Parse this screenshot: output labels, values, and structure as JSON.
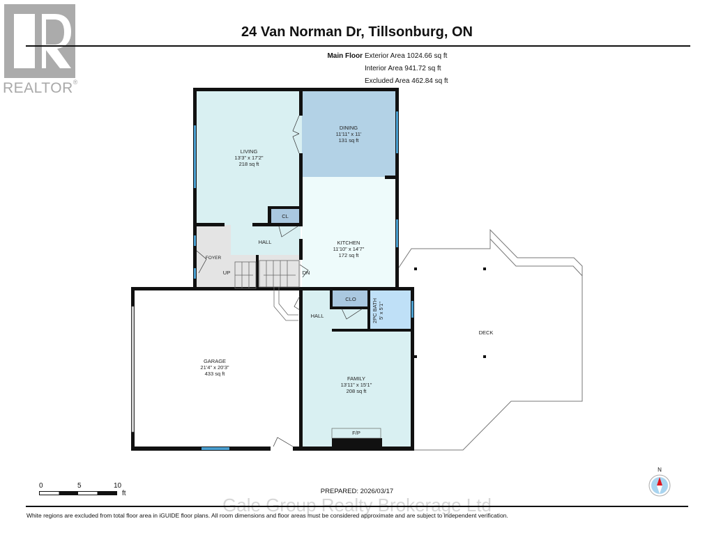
{
  "logo": {
    "name": "REALTOR",
    "mark": "®",
    "icon": "realtor-r-logo"
  },
  "header": {
    "title": "24 Van Norman Dr, Tillsonburg, ON"
  },
  "floor_summary": {
    "floor_name": "Main Floor",
    "exterior_area": "Exterior Area 1024.66 sq ft",
    "interior_area": "Interior Area 941.72 sq ft",
    "excluded_area": "Excluded Area 462.84 sq ft"
  },
  "rooms": {
    "living": {
      "name": "LIVING",
      "dims": "13'3\" x 17'2\"",
      "area": "218 sq ft"
    },
    "dining": {
      "name": "DINING",
      "dims": "11'11\" x 11'",
      "area": "131 sq ft"
    },
    "kitchen": {
      "name": "KITCHEN",
      "dims": "11'10\" x 14'7\"",
      "area": "172 sq ft"
    },
    "garage": {
      "name": "GARAGE",
      "dims": "21'4\" x 20'3\"",
      "area": "433 sq ft"
    },
    "family": {
      "name": "FAMILY",
      "dims": "13'11\" x 15'1\"",
      "area": "208 sq ft"
    },
    "bath": {
      "name": "2PC BATH",
      "dims": "5' x 5'1\""
    },
    "cl": {
      "name": "CL"
    },
    "clo": {
      "name": "CLO"
    },
    "hall_upper": {
      "name": "HALL"
    },
    "hall_lower": {
      "name": "HALL"
    },
    "foyer": {
      "name": "FOYER"
    },
    "fp": {
      "name": "F/P"
    },
    "deck": {
      "name": "DECK"
    },
    "stairs_up": {
      "name": "UP"
    },
    "stairs_down": {
      "name": "DN"
    }
  },
  "scale_bar": {
    "ticks": [
      "0",
      "5",
      "10"
    ],
    "unit": "ft"
  },
  "compass": {
    "label": "N"
  },
  "footer": {
    "prepared": "PREPARED: 2026/03/17",
    "watermark": "Gale Group Realty Brokerage Ltd",
    "disclaimer": "White regions are excluded from total floor area in iGUIDE floor plans. All room dimensions and floor areas must be considered approximate and are subject to independent verification."
  },
  "colors": {
    "room_light": "#d9f0f2",
    "dining": "#b3d2e6",
    "kitchen": "#eefbfb",
    "closet": "#aac8e0",
    "bath": "#bfe0f7",
    "window": "#4a9fd0",
    "wall": "#111111",
    "excluded": "#e4e4e4"
  }
}
